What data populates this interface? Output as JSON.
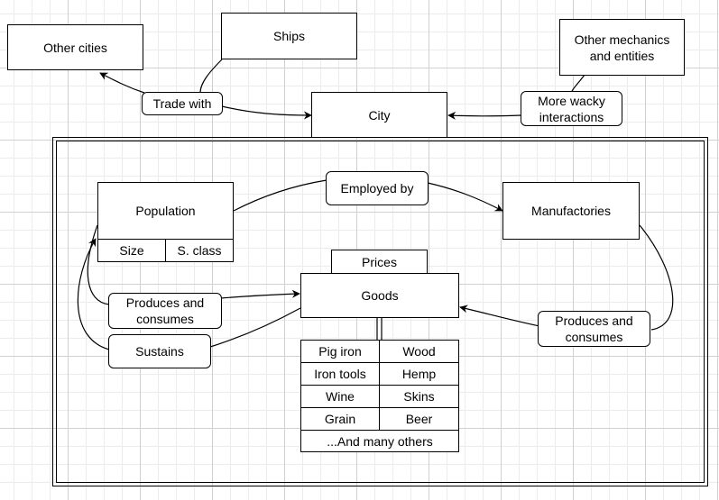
{
  "nodes": {
    "other_cities": "Other cities",
    "ships": "Ships",
    "other_mechanics": "Other mechanics and entities",
    "trade_with": "Trade with",
    "city": "City",
    "more_wacky": "More wacky interactions",
    "population": "Population",
    "size": "Size",
    "social_class": "S. class",
    "employed_by": "Employed by",
    "manufactories": "Manufactories",
    "prices": "Prices",
    "goods": "Goods",
    "produces_consumes_left": "Produces and consumes",
    "sustains": "Sustains",
    "produces_consumes_right": "Produces and consumes"
  },
  "goods_table": {
    "rows": [
      [
        "Pig iron",
        "Wood"
      ],
      [
        "Iron tools",
        "Hemp"
      ],
      [
        "Wine",
        "Skins"
      ],
      [
        "Grain",
        "Beer"
      ]
    ],
    "footer": "...And many others"
  },
  "colors": {
    "stroke": "#000000",
    "fill": "#ffffff",
    "grid": "#d0d0d0"
  }
}
